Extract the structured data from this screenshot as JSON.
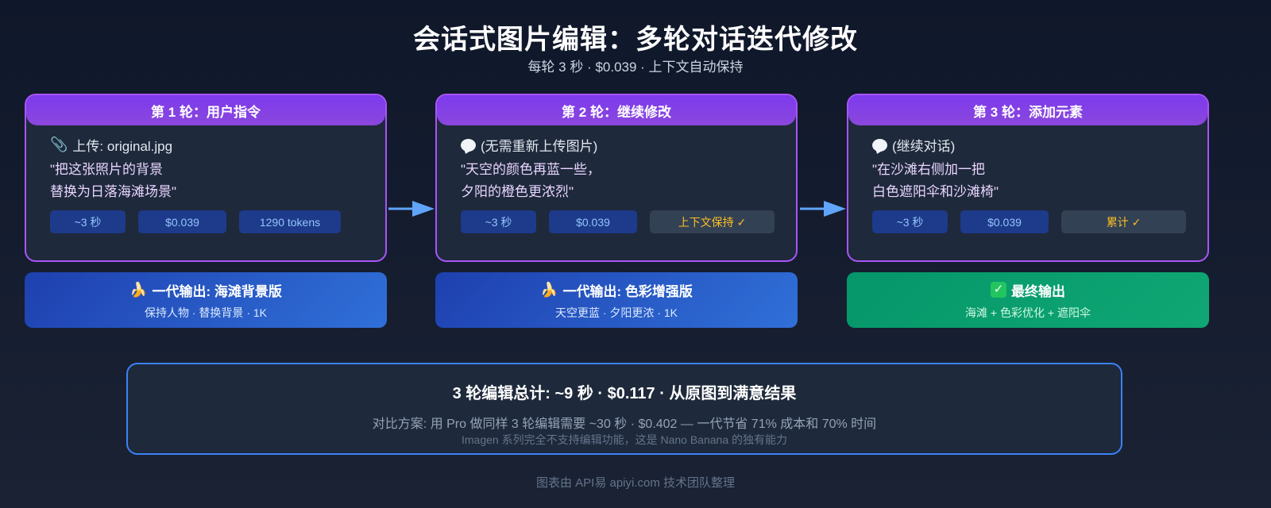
{
  "header": {
    "title": "会话式图片编辑：多轮对话迭代修改",
    "subtitle": "每轮 3 秒 · $0.039 · 上下文自动保持"
  },
  "rounds": [
    {
      "header": "第 1 轮：用户指令",
      "icon": "paperclip-icon",
      "line1": "上传: original.jpg",
      "quote": "\"把这张照片的背景\n替换为日落海滩场景\"",
      "chips": [
        "~3 秒",
        "$0.039",
        "1290 tokens"
      ],
      "output": {
        "icon": "banana-icon",
        "title": "一代输出: 海滩背景版",
        "sub": "保持人物 · 替换背景 · 1K"
      }
    },
    {
      "header": "第 2 轮：继续修改",
      "icon": "speech-bubble-icon",
      "line1": "(无需重新上传图片)",
      "quote": "\"天空的颜色再蓝一些，\n夕阳的橙色更浓烈\"",
      "chips": [
        "~3 秒",
        "$0.039",
        "上下文保持 ✓"
      ],
      "output": {
        "icon": "banana-icon",
        "title": "一代输出: 色彩增强版",
        "sub": "天空更蓝 · 夕阳更浓 · 1K"
      }
    },
    {
      "header": "第 3 轮：添加元素",
      "icon": "speech-bubble-icon",
      "line1": "(继续对话)",
      "quote": "\"在沙滩右侧加一把\n白色遮阳伞和沙滩椅\"",
      "chips": [
        "~3 秒",
        "$0.039",
        "累计 ✓"
      ],
      "output": {
        "icon": "check-icon",
        "title": "最终输出",
        "sub": "海滩 + 色彩优化 + 遮阳伞"
      }
    }
  ],
  "summary": {
    "title": "3 轮编辑总计: ~9 秒 · $0.117 · 从原图到满意结果",
    "compare": "对比方案: 用 Pro 做同样 3 轮编辑需要 ~30 秒 · $0.402 — 一代节省 71% 成本和 70% 时间",
    "note": "Imagen 系列完全不支持编辑功能，这是 Nano Banana 的独有能力"
  },
  "footer": "图表由 API易 apiyi.com 技术团队整理",
  "colors": {
    "background": "#0f172a",
    "card": "#1e293b",
    "card_border": "#a855f7",
    "header_purple": "#7c3aed",
    "chip_blue": "#1e3a8a",
    "chip_text": "#93c5fd",
    "chip_accent_text": "#fbbf24",
    "arrow": "#60a5fa",
    "output_blue": "#1e40af",
    "output_green": "#059669",
    "summary_border": "#3b82f6"
  }
}
